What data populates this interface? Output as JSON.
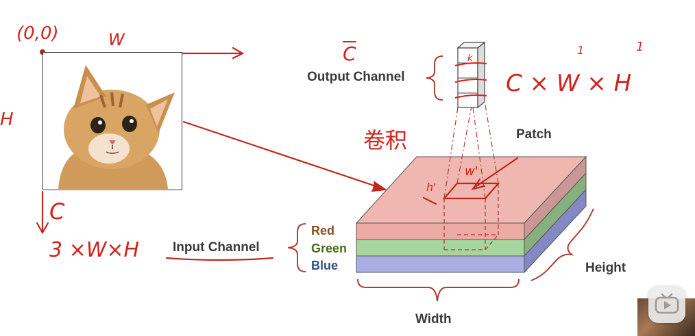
{
  "typed": {
    "output_channel": "Output Channel",
    "patch": "Patch",
    "input_channel": "Input Channel",
    "red": "Red",
    "green": "Green",
    "blue": "Blue",
    "height": "Height",
    "width": "Width"
  },
  "handwriting": {
    "origin": "(0,0)",
    "w_axis": "W",
    "h_axis": "H",
    "c_axis": "C",
    "input_shape": "3 ×W×H",
    "c_bar": "C",
    "output_shape": "C × W × H",
    "prime": "1",
    "conv": "卷积",
    "w_prime": "w'",
    "h_prime": "h'",
    "k": "k"
  },
  "colors": {
    "annotation_red": "#d0241b",
    "layer_red_top": "#f0b7b0",
    "layer_red_side": "#e8a9a6",
    "layer_green_side": "#a8d5a0",
    "layer_blue_side": "#a7aee0",
    "red_text": "#8a4b1c",
    "green_text": "#4b6b1a",
    "blue_text": "#2f4f8a"
  },
  "icons": {
    "cat_photo": "kitten-photo",
    "video_overlay": "play-button-icon"
  }
}
